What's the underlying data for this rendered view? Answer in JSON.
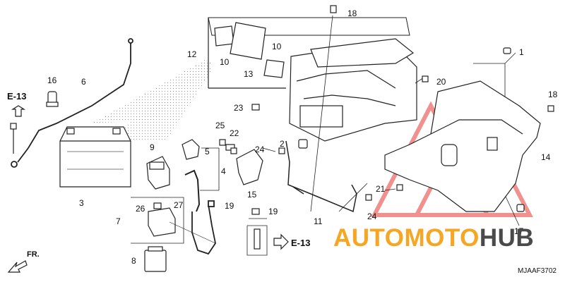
{
  "diagram": {
    "callouts": [
      "1",
      "2",
      "3",
      "4",
      "5",
      "6",
      "7",
      "8",
      "9",
      "10",
      "10",
      "11",
      "12",
      "13",
      "14",
      "15",
      "16",
      "17",
      "18",
      "18",
      "19",
      "19",
      "20",
      "21",
      "22",
      "23",
      "24",
      "24",
      "25",
      "26",
      "27"
    ],
    "refs": {
      "left": "E-13",
      "right": "E-13"
    },
    "direction": "FR.",
    "part_code": "MJAAF3702"
  },
  "watermark": {
    "part1": "AUTOMOTO",
    "part2": "HUB",
    "color": "#f5a623"
  }
}
